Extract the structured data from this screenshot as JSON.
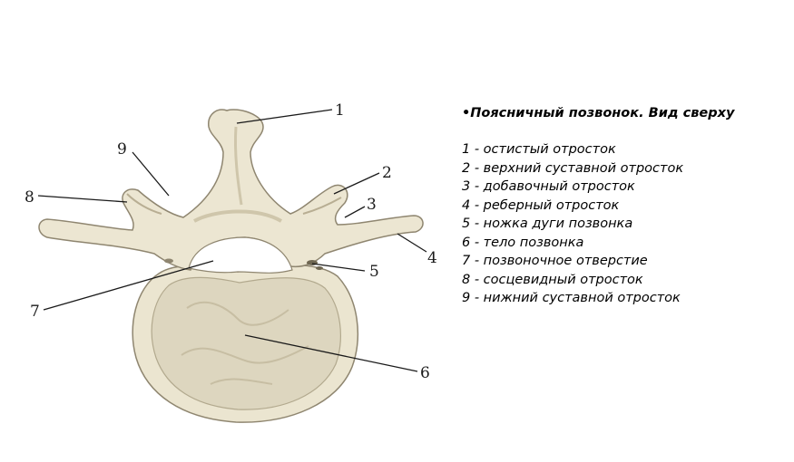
{
  "figure": {
    "callouts": [
      {
        "number": "1"
      },
      {
        "number": "2"
      },
      {
        "number": "3"
      },
      {
        "number": "4"
      },
      {
        "number": "5"
      },
      {
        "number": "6"
      },
      {
        "number": "7"
      },
      {
        "number": "8"
      },
      {
        "number": "9"
      }
    ],
    "colors": {
      "bone": "#ece6d2",
      "bone_shadow": "#cfc6ab",
      "bone_outline": "#8f8670",
      "spongy": "#ddd6bf",
      "line": "#1a1a1a"
    }
  },
  "legend": {
    "title": "•Поясничный позвонок. Вид сверху",
    "items": [
      "1 - остистый отросток",
      "2 - верхний суставной отросток",
      "3 - добавочный отросток",
      "4 - реберный отросток",
      "5 - ножка дуги позвонка",
      "6 - тело позвонка",
      "7 - позвоночное отверстие",
      "8 - сосцевидный отросток",
      "9 - нижний суставной отросток"
    ]
  }
}
